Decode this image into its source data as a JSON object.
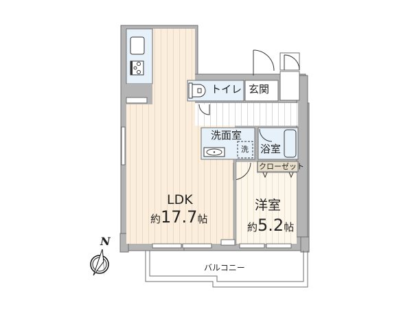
{
  "floorplan": {
    "colors": {
      "wall": "#b4b4b4",
      "wall_stroke": "#6e6e6e",
      "wood_floor": "#fbeedd",
      "wood_line": "#ead9c2",
      "wet_area": "#e6f1f9",
      "closet": "#e8dfcb",
      "hall": "#ffffff"
    },
    "rooms": {
      "ldk": {
        "name": "LDK",
        "prefix": "約",
        "size": "17.7",
        "unit": "帖"
      },
      "western": {
        "name": "洋室",
        "prefix": "約",
        "size": "5.2",
        "unit": "帖"
      },
      "toilet": {
        "name": "トイレ"
      },
      "entrance": {
        "name": "玄関"
      },
      "washroom": {
        "name": "洗面室"
      },
      "washer": {
        "name": "洗"
      },
      "bath": {
        "name": "浴室"
      },
      "closet": {
        "name": "クローゼット"
      },
      "balcony": {
        "name": "バルコニー"
      }
    },
    "compass": {
      "label": "N",
      "icon": "compass-north-icon"
    },
    "icons": [
      "sink-icon",
      "stove-icon",
      "toilet-icon",
      "bathtub-icon",
      "washbasin-icon",
      "compass-north-icon"
    ]
  }
}
